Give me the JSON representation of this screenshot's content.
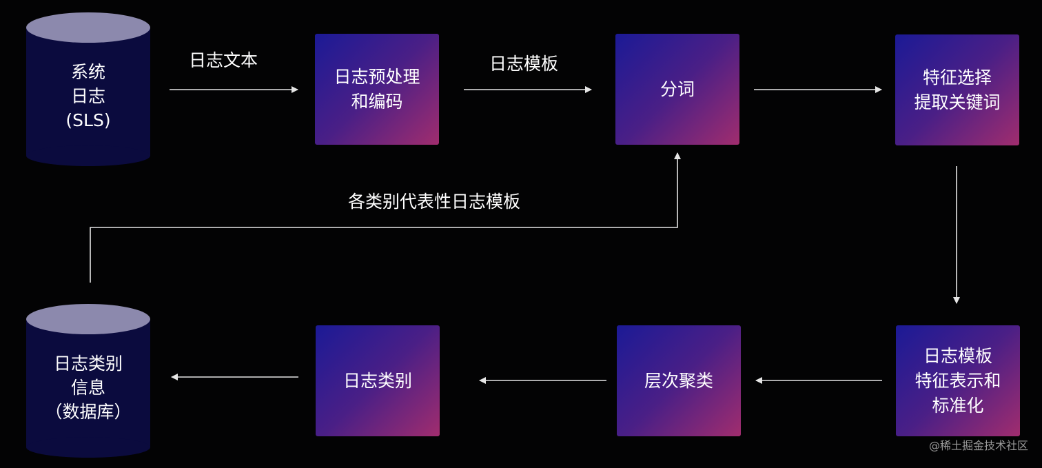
{
  "colors": {
    "background": "#030304",
    "cylinder_body": "#0b0b3e",
    "cylinder_top": "#8c89ad",
    "box_gradient": [
      "#1b1a96",
      "#4a1f86",
      "#a12d6e"
    ],
    "arrow": "#e6e6e6",
    "text": "#ffffff"
  },
  "cylinders": {
    "source": "系统\n日志\n(SLS)",
    "target": "日志类别\n信息\n（数据库）"
  },
  "nodes": {
    "preprocess": "日志预处理\n和编码",
    "tokenize": "分词",
    "feature_select": "特征选择\n提取关键词",
    "feature_repr": "日志模板\n特征表示和\n标准化",
    "cluster": "层次聚类",
    "category": "日志类别"
  },
  "edge_labels": {
    "log_text": "日志文本",
    "log_template": "日志模板",
    "representative_templates": "各类别代表性日志模板"
  },
  "watermark": "@稀土掘金技术社区"
}
